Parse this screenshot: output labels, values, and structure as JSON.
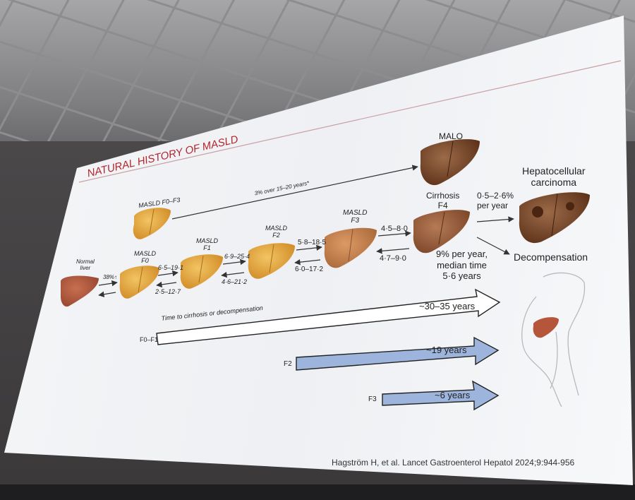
{
  "slide": {
    "title": "NATURAL HISTORY OF MASLD",
    "title_color": "#b2262e",
    "stages": {
      "normal": "Normal\nliver",
      "f0": "MASLD\nF0",
      "f1": "MASLD\nF1",
      "f2": "MASLD\nF2",
      "f3": "MASLD\nF3",
      "f0f3": "MASLD F0–F3",
      "f4": "Cirrhosis\nF4",
      "malo": "MALO",
      "hcc": "Hepatocellular\ncarcinoma",
      "decomp": "Decompensation"
    },
    "transitions": {
      "normal_f0": "38%↑",
      "f0_f1_fwd": "6·5–19·1",
      "f0_f1_back": "2·5–12·7",
      "f1_f2_fwd": "6·9–25·4",
      "f1_f2_back": "4·6–21·2",
      "f2_f3_fwd": "5·8–18·5",
      "f2_f3_back": "6·0–17·2",
      "f3_f4_fwd": "4·5–8·0",
      "f3_f4_back": "4·7–9·0",
      "f0f3_malo": "3% over 15–20 years*",
      "f4_hcc": "0·5–2·6%\nper year",
      "f4_decomp": "9% per year,\nmedian time\n5·6 years"
    },
    "timeline": {
      "caption": "Time to cirrhosis or decompensation",
      "rows": [
        {
          "label": "F0–F1",
          "value": "~30–35 years"
        },
        {
          "label": "F2",
          "value": "~19 years"
        },
        {
          "label": "F3",
          "value": "~6 years"
        }
      ]
    },
    "citation": "Hagström H, et al. Lancet Gastroenterol Hepatol 2024;9:944-956"
  },
  "colors": {
    "normal_liver": "#b05a3c",
    "fatty_liver": "#e3a63a",
    "fibrotic_liver": "#c97e4a",
    "cirrhotic_liver": "#8f5a3a",
    "cancer_liver": "#7a4a30",
    "blue_arrow": "#9db5dd"
  }
}
